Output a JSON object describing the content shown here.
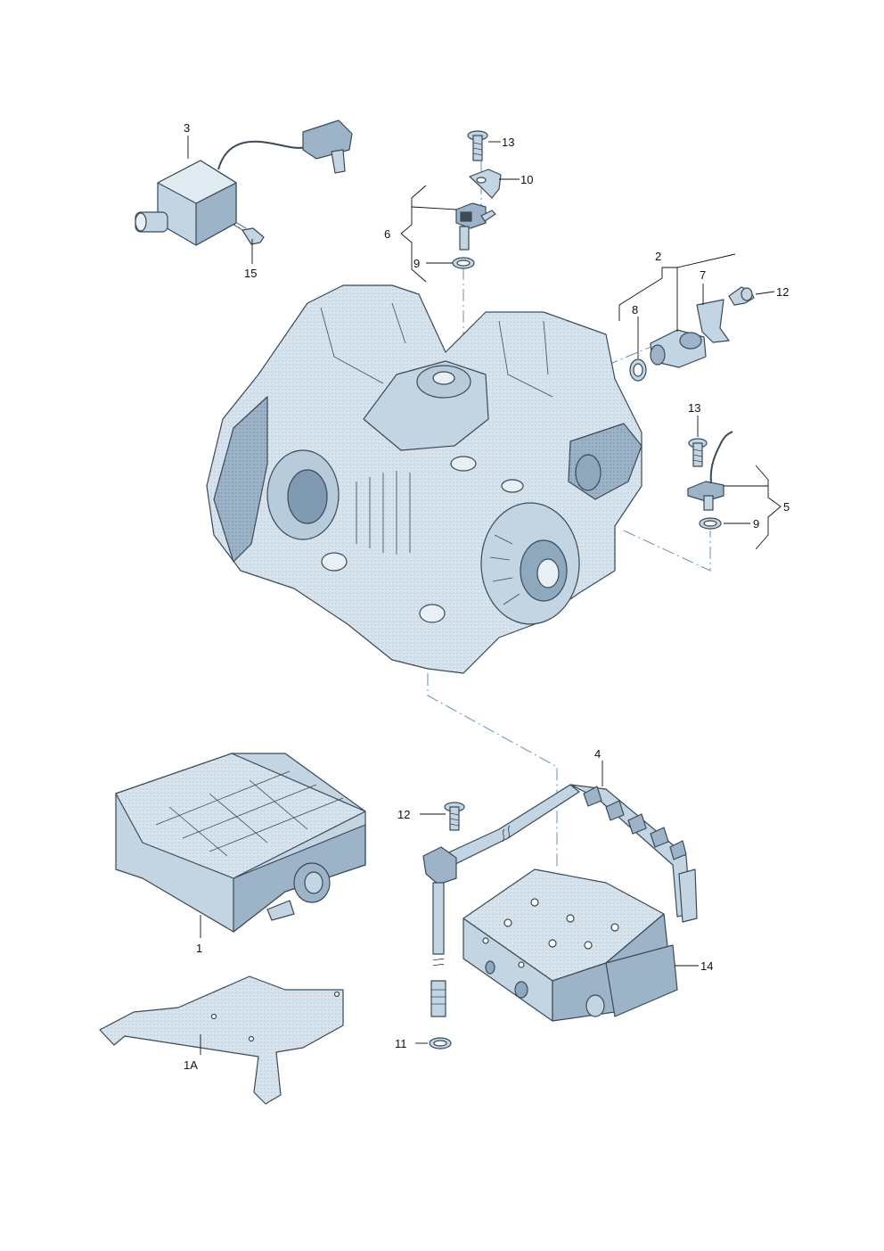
{
  "colors": {
    "part_light": "#d7e4ee",
    "part_mid": "#a9bfd1",
    "part_dark": "#5f7a93",
    "outline": "#3a4a58",
    "centerline": "#6b8fae"
  },
  "callouts": [
    {
      "id": "c1",
      "label": "1"
    },
    {
      "id": "c1a",
      "label": "1A"
    },
    {
      "id": "c2",
      "label": "2"
    },
    {
      "id": "c3",
      "label": "3"
    },
    {
      "id": "c4",
      "label": "4"
    },
    {
      "id": "c5",
      "label": "5"
    },
    {
      "id": "c6",
      "label": "6"
    },
    {
      "id": "c7",
      "label": "7"
    },
    {
      "id": "c8",
      "label": "8"
    },
    {
      "id": "c9a",
      "label": "9"
    },
    {
      "id": "c9b",
      "label": "9"
    },
    {
      "id": "c10",
      "label": "10"
    },
    {
      "id": "c11",
      "label": "11"
    },
    {
      "id": "c12a",
      "label": "12"
    },
    {
      "id": "c12b",
      "label": "12"
    },
    {
      "id": "c13a",
      "label": "13"
    },
    {
      "id": "c13b",
      "label": "13"
    },
    {
      "id": "c14",
      "label": "14"
    },
    {
      "id": "c15",
      "label": "15"
    }
  ]
}
